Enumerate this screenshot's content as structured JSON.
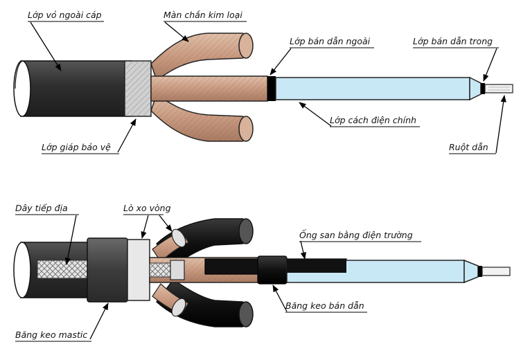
{
  "diagram": {
    "top": {
      "outer_sheath": "Lớp vỏ ngoài cáp",
      "metal_screen": "Màn chắn kim loại",
      "outer_semicon": "Lớp bán dẫn ngoài",
      "inner_semicon": "Lớp bán dẫn trong",
      "main_insulation": "Lớp cách điện chính",
      "armor": "Lớp giáp bảo vệ",
      "conductor": "Ruột dẫn"
    },
    "bottom": {
      "ground_wire": "Dây tiếp địa",
      "ring_spring": "Lò xo vòng",
      "stress_tube": "Ống san bằng điện trường",
      "semicon_tape": "Băng keo bán dẫn",
      "mastic_tape": "Băng keo mastic"
    }
  },
  "colors": {
    "sheath": "#3a3a3a",
    "copper": "#c99a80",
    "insulation": "#c9e8f6",
    "conductor": "#f2f2f2",
    "mastic": "#444444",
    "cold_shrink": "#1a1a1a",
    "braid": "#e6e6e6"
  }
}
